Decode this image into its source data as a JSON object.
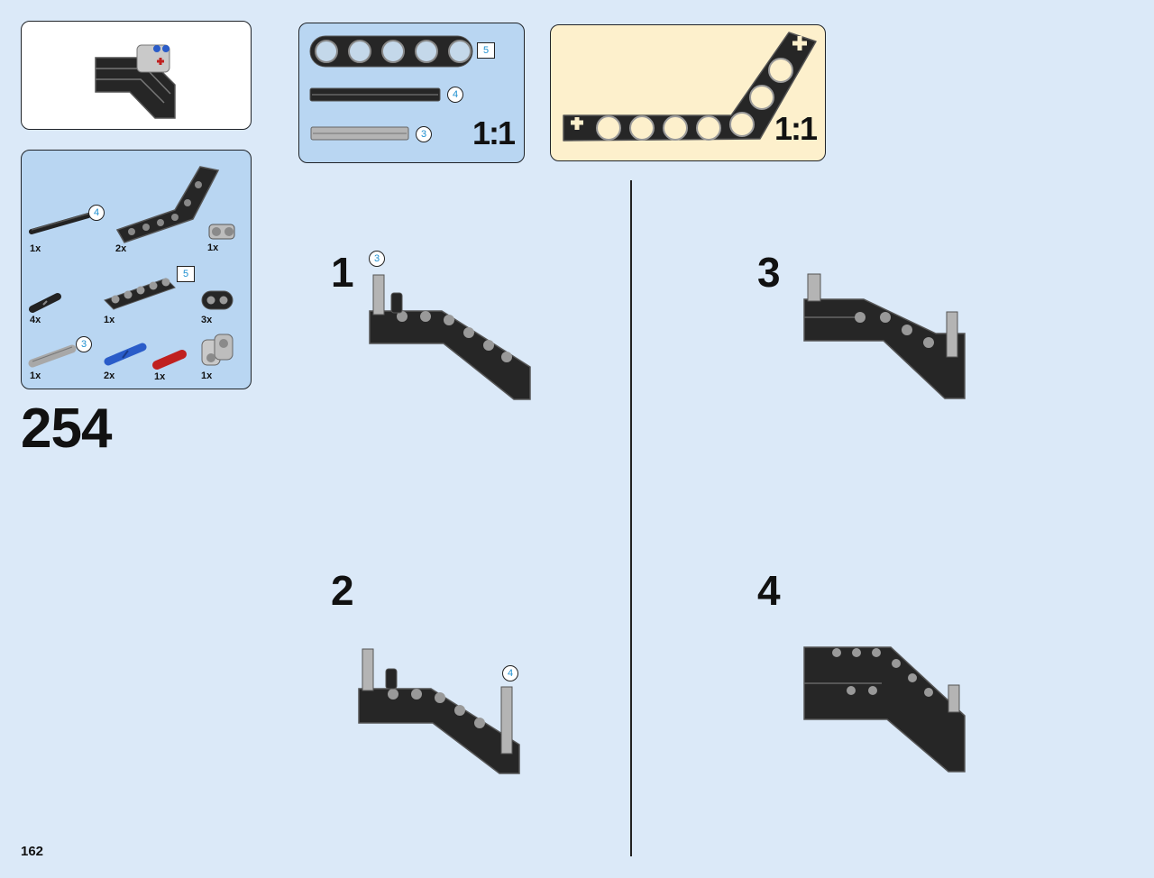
{
  "step_number": "254",
  "page_number": "162",
  "parts_list": [
    {
      "name": "axle-4",
      "qty": "1x",
      "length_badge": "4"
    },
    {
      "name": "bent-liftarm",
      "qty": "2x"
    },
    {
      "name": "axle-pin-connector",
      "qty": "1x"
    },
    {
      "name": "friction-pin-black",
      "qty": "4x"
    },
    {
      "name": "beam-5",
      "qty": "1x",
      "length_badge": "5"
    },
    {
      "name": "beam-2",
      "qty": "3x"
    },
    {
      "name": "axle-3-gray",
      "qty": "1x",
      "length_badge": "3"
    },
    {
      "name": "blue-pin",
      "qty": "2x"
    },
    {
      "name": "red-axle-pin",
      "qty": "1x"
    },
    {
      "name": "pin-connector-gray",
      "qty": "1x"
    }
  ],
  "scale_box_1": {
    "items": [
      {
        "name": "beam-5",
        "badge": "5"
      },
      {
        "name": "axle-4",
        "badge": "4"
      },
      {
        "name": "axle-3",
        "badge": "3"
      }
    ],
    "ratio": "1:1"
  },
  "scale_box_2": {
    "ratio": "1:1"
  },
  "sub_steps": [
    {
      "number": "1",
      "badge": "3"
    },
    {
      "number": "2",
      "badge": "4"
    },
    {
      "number": "3"
    },
    {
      "number": "4"
    }
  ],
  "colors": {
    "page_background": "#dbe9f8",
    "parts_background": "#b9d6f2",
    "ratio_background": "#fdf0cc",
    "badge_text": "#1d8fd0"
  }
}
